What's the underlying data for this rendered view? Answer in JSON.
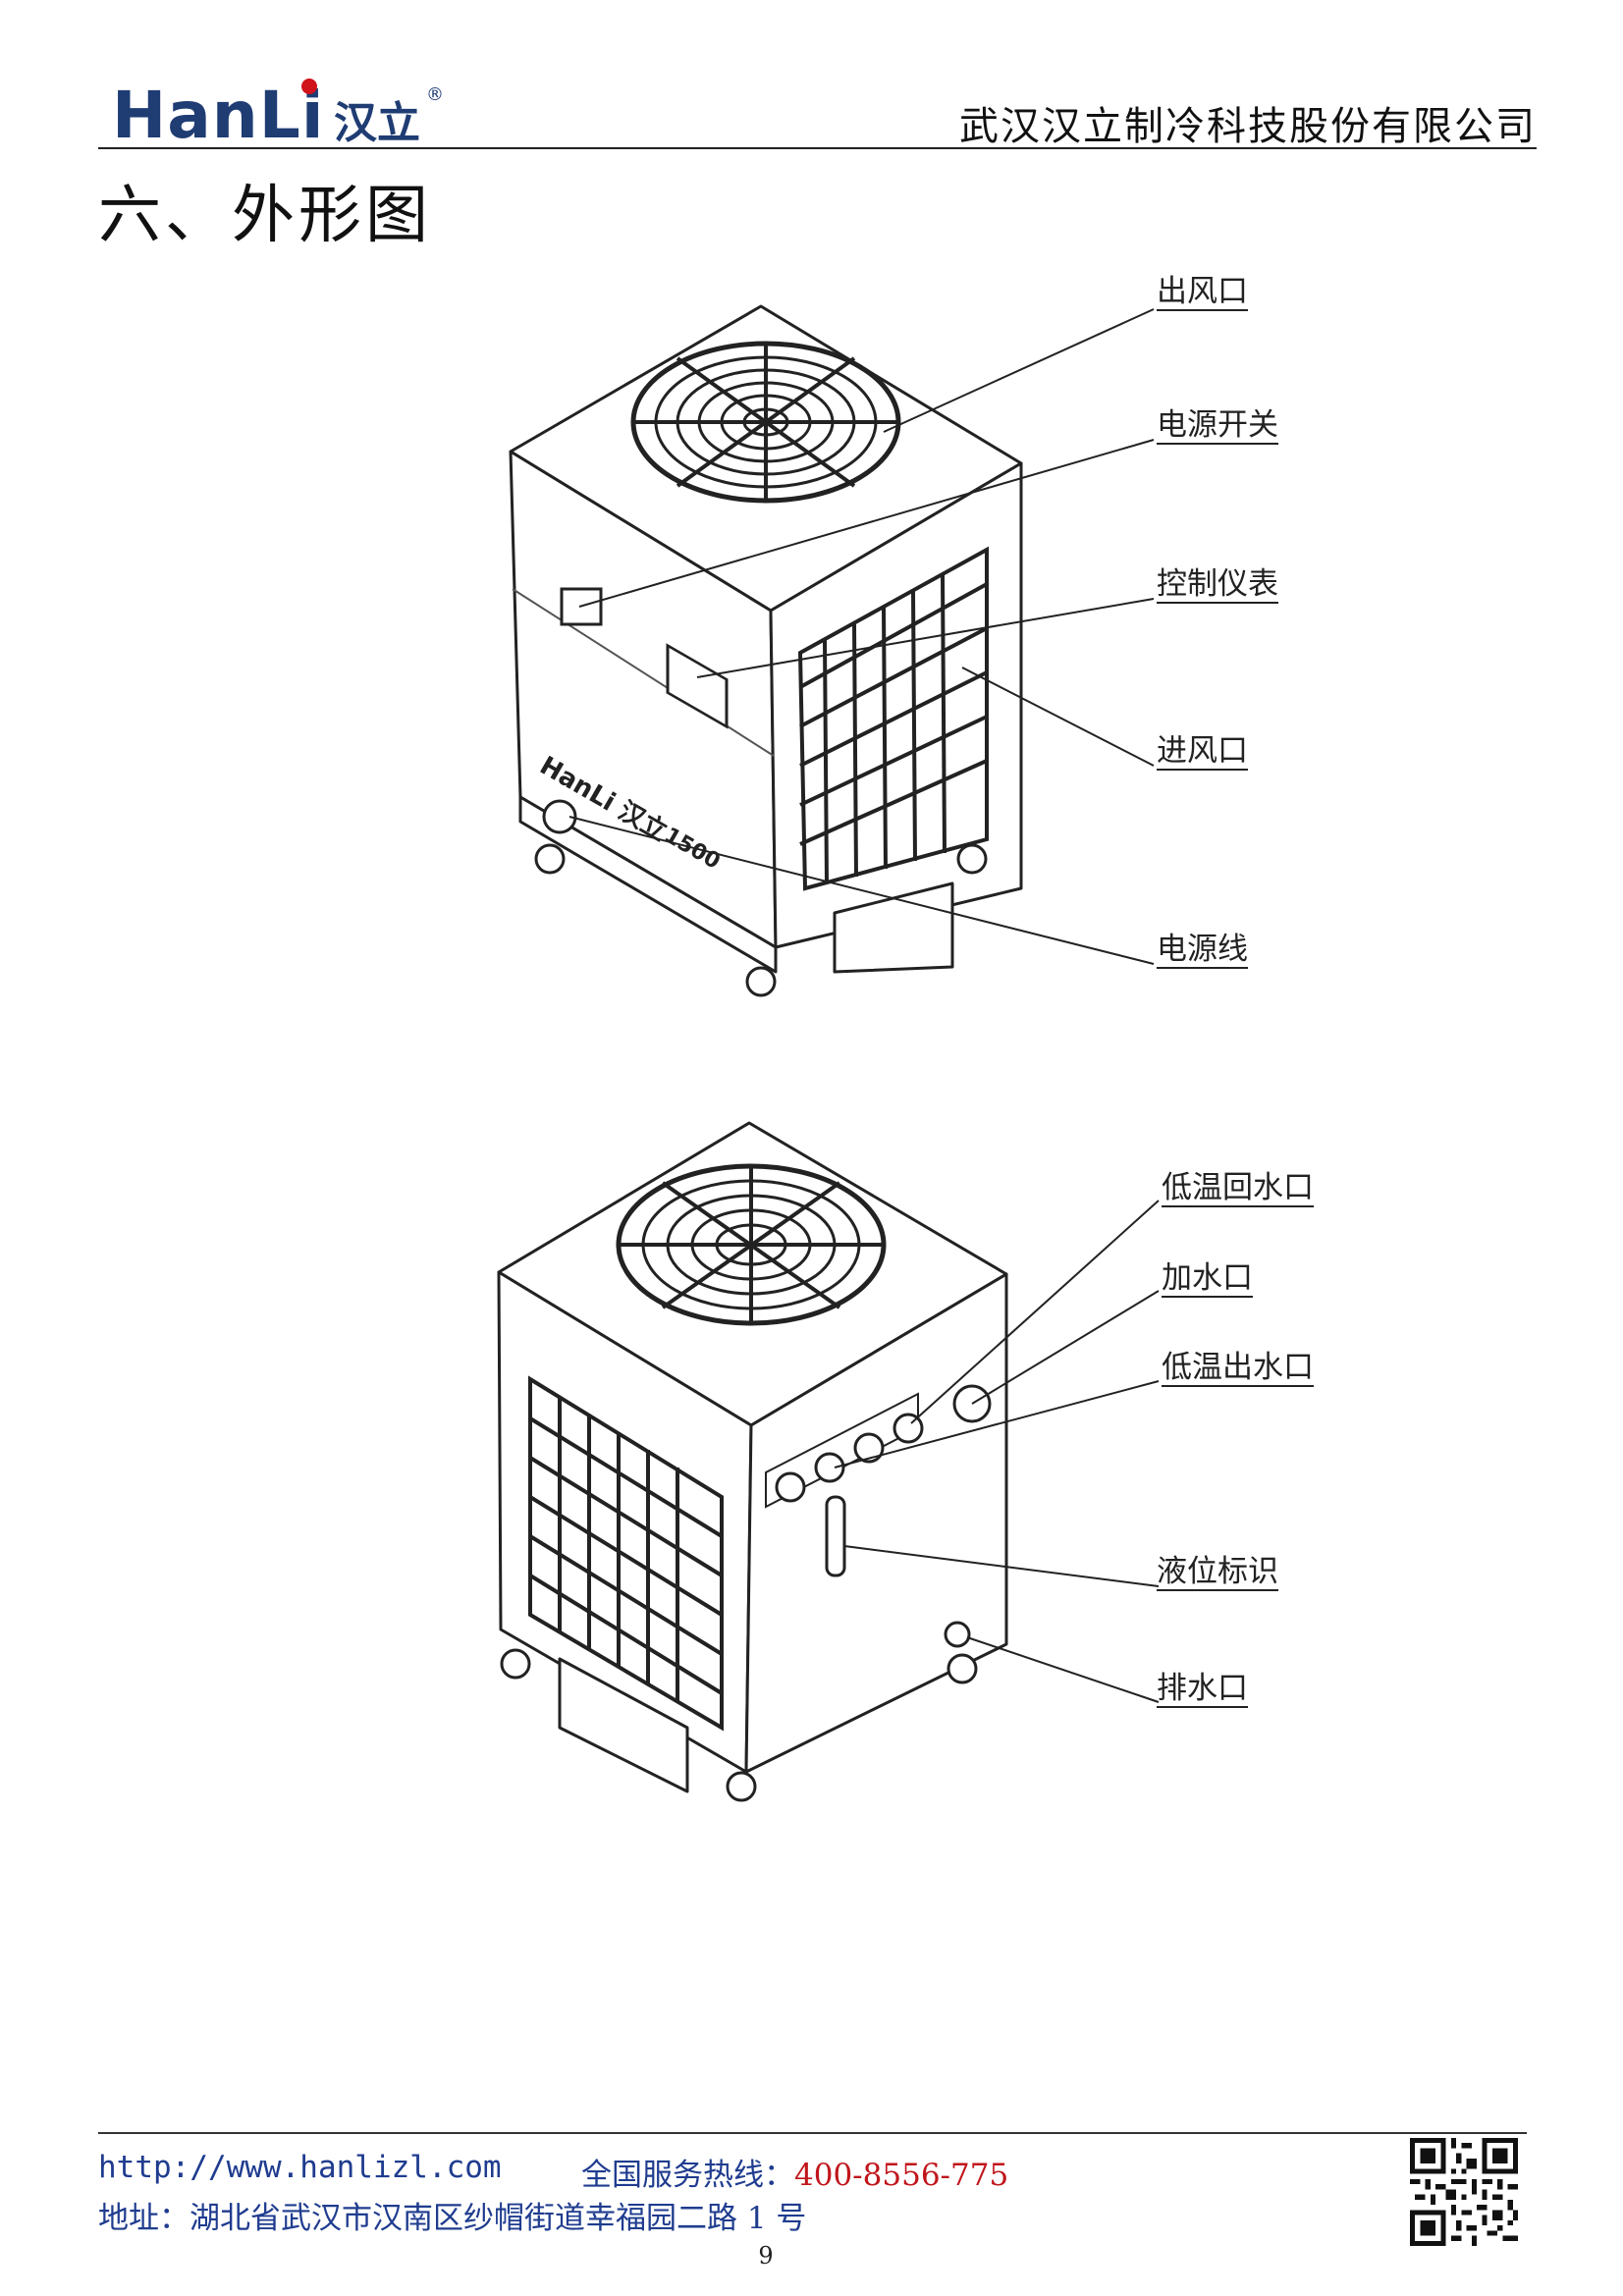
{
  "header": {
    "logo_text": "HanLi",
    "logo_cn": "汉立",
    "logo_reg": "®",
    "company": "武汉汉立制冷科技股份有限公司",
    "brand_red": "#d0121b",
    "brand_navy": "#1f3c73"
  },
  "section": {
    "title": "六、外形图"
  },
  "figure1": {
    "nameplate": "HanLi 汉立",
    "model": "1500",
    "callouts": [
      "出风口",
      "电源开关",
      "控制仪表",
      "进风口",
      "电源线"
    ]
  },
  "figure2": {
    "callouts": [
      "低温回水口",
      "加水口",
      "低温出水口",
      "液位标识",
      "排水口"
    ]
  },
  "footer": {
    "url": "http://www.hanlizl.com",
    "hotline_label": "全国服务热线：",
    "hotline_number": "400-8556-775",
    "address": "地址：湖北省武汉市汉南区纱帽街道幸福园二路 1 号",
    "page_number": "9",
    "text_color": "#1f3c8f",
    "number_color": "#c0151b"
  }
}
